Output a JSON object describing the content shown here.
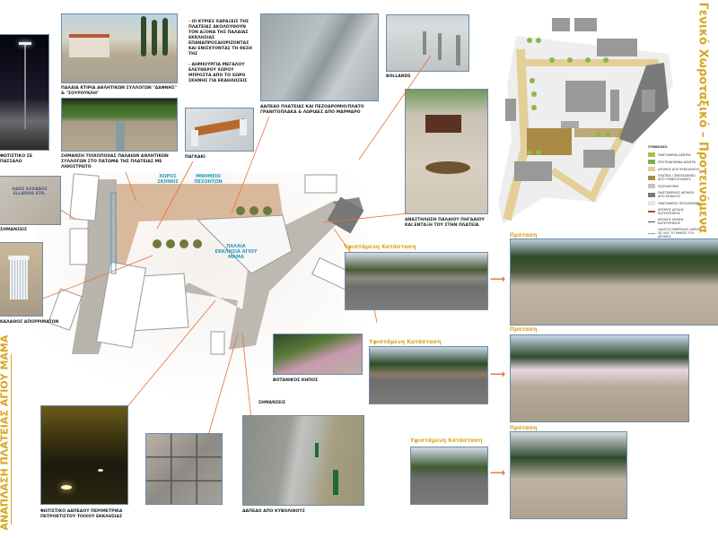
{
  "titles": {
    "left_vertical": "ΑΝΑΠΛΑΣΗ ΠΛΑΤΕΙΑΣ ΑΓΙΟΥ ΜΑΜΑ",
    "right_vertical": "Γενικό Χωροταξικό – Προτεινόμενα"
  },
  "notes": [
    "- ΟΙ ΚΥΡΙΕΣ ΧΑΡΑΞΕΙΣ ΤΗΣ ΠΛΑΤΕΙΑΣ ΑΚΟΛΟΥΘΟΥΝ ΤΟΝ ΑΞΟΝΑ ΤΗΣ ΠΑΛΑΙΑΣ ΕΚΚΛΗΣΙΑΣ ΕΠΑΝΑΠΡΟΣΔΙΟΡΙΖΟΝΤΑΣ ΚΑΙ ΕΝΙΣΧΥΟΝΤΑΣ ΤΗ ΘΕΣΗ ΤΗΣ",
    "- ΔΗΜΙΟΥΡΓΙΑ ΜΕΓΑΛΟΥ ΕΛΕΥΘΕΡΟΥ ΧΩΡΟΥ ΜΠΡΟΣΤΑ ΑΠΟ ΤΟ ΧΩΡΟ ΣΚΗΝΗΣ ΓΙΑ ΕΚΔΗΛΩΣΕΙΣ"
  ],
  "captions": {
    "pole_light": "ΦΩΤΙΣΤΙΚΟ ΣΕ ΠΑΣΣΑΛΟ",
    "old_buildings": "ΠΑΛΑΙΑ ΚΤΙΡΙΑ ΑΘΛΗΤΙΚΩΝ ΣΥΛΛΟΓΩΝ \"ΔΑΦΝΗΣ\" & \"ΣΟΥΡΟΥΚΛΗ\"",
    "footprint_marking": "ΣΗΜΑΝΣΗ ΤΟΙΧΟΠΟΙΙΑΣ ΠΑΛΑΙΩΝ ΑΘΛΗΤΙΚΩΝ ΣΥΛΛΟΓΩΝ ΣΤΟ ΠΑΤΩΜΑ ΤΗΣ ΠΛΑΤΕΙΑΣ ΜΕ ΛΙΘΟΣΤΡΩΤΟ",
    "bench": "ΠΑΓΚΑΚΙ",
    "marble_floor": "ΔΑΠΕΔΟ ΠΛΑΤΕΙΑΣ ΚΑΙ ΠΕΖΟΔΡΟΜΙΟ/ΠΛΑΤΟ ΓΡΑΝΙΤΟΠΛΑΚΑ & ΛΩΡΙΔΕΣ ΑΠΟ ΜΑΡΜΑΡΟ",
    "bollards": "BOLLARDS",
    "well": "ΑΝΑΣΤΗΛΩΣΗ ΠΑΛΑΙΟΥ ΠΗΓΑΔΙΟΥ ΚΑΙ ΕΝΤΑΞΗ ΤΟΥ ΣΤΗΝ ΠΛΑΤΕΙΑ",
    "signs_top": "ΣΗΜΑΝΣΕΙΣ",
    "sign_text": "ΟΔΟΣ ΕΛΛΑΔΟΣ ELLADOS STR.",
    "litter_bin": "ΚΑΛΑΘΟΣ ΑΠΟΡΡΙΜΑΤΩΝ",
    "botanical": "ΒΟΤΑΝΙΚΟΣ ΚΗΠΟΣ",
    "signs_bottom": "ΣΗΜΑΝΣΕΙΣ",
    "floor_light": "ΦΩΤΙΣΤΙΚΟ ΔΑΠΕΔΟΥ ΠΕΡΙΜΕΤΡΙΚΑ ΠΕΤΡΟΚΤΙΣΤΟΥ ΤΟΙΧΟΥ ΕΚΚΛΗΣΙΑΣ",
    "cobble_floor": "ΔΑΠΕΔΟ ΑΠΟ ΚΥΒΟΛΙΘΟΥΣ"
  },
  "plan_labels": {
    "stage": "ΧΩΡΟΣ ΣΚΗΝΗΣ",
    "memorial": "ΜΝΗΜΕΙΟ ΠΕΣΟΝΤΩΝ",
    "old_church": "ΠΑΛΑΙΑ ΕΚΚΛΗΣΙΑ ΑΓΙΟΥ ΜΑΜΑ"
  },
  "comparisons": [
    {
      "existing_label": "Υφιστάμενη Κατάσταση",
      "proposal_label": "Πρόταση"
    },
    {
      "existing_label": "Υφιστάμενη Κατάσταση",
      "proposal_label": "Πρόταση"
    },
    {
      "existing_label": "Υφιστάμενη Κατάσταση",
      "proposal_label": "Πρόταση"
    }
  ],
  "legend": {
    "title": "ΣΥΜΒΟΛΕΣ:",
    "items": [
      {
        "label": "ΥΦΙΣΤΑΜΕΝΑ ΔΕΝΤΡΑ",
        "color": "#b7b84a"
      },
      {
        "label": "ΠΡΟΤΕΙΝΟΜΕΝΑ ΔΕΝΤΡΑ",
        "color": "#7fb04a"
      },
      {
        "label": "ΔΡΟΜΟΣ ΑΠΟ ΚΥΒΟΛΙΘΟΥΣ",
        "color": "#e3cf98"
      },
      {
        "label": "ΠΛΑΤΕΙΑ / ΣΚΕΠΑΣΜΕΝΟ ΑΠΟ ΓΡΑΝΙΤΟΠΛΑΚΕΣ",
        "color": "#a88a45"
      },
      {
        "label": "ΠΕΖΟΔΡΟΜΙΟ",
        "color": "#c9c3b8"
      },
      {
        "label": "ΥΦΙΣΤΑΜΕΝΟΣ ΔΡΟΜΟΣ ΑΠΟ ΑΣΦΑΛΤΟ",
        "color": "#7a7a7a"
      },
      {
        "label": "ΥΦΙΣΤΑΜΕΝΟ ΠΕΖΟΔΡΟΜΙΟ",
        "color": "#e6e6e6"
      },
      {
        "label": "ΔΡΟΜΟΣ ΔΙΠΛΗΣ ΚΑΤΕΥΘΥΝΣΗΣ",
        "color": "#b3473a"
      },
      {
        "label": "ΔΡΟΜΟΣ ΜΟΝΗΣ ΚΑΤΕΥΘΥΝΣΗΣ",
        "color": "#555555"
      },
      {
        "label": "ΟΔΗΓΟΣ ΕΜΒΡΟΧΗΣ ΧΩΡΟΥ ΣΕ ΟΛΟ ΤΟ ΜΗΚΟΣ ΤΟΥ ΔΡΟΜΟΥ",
        "color": "#999999"
      }
    ]
  },
  "colors": {
    "accent": "#d9a520",
    "leader": "#e8703a",
    "frame": "#6f8ba3"
  }
}
